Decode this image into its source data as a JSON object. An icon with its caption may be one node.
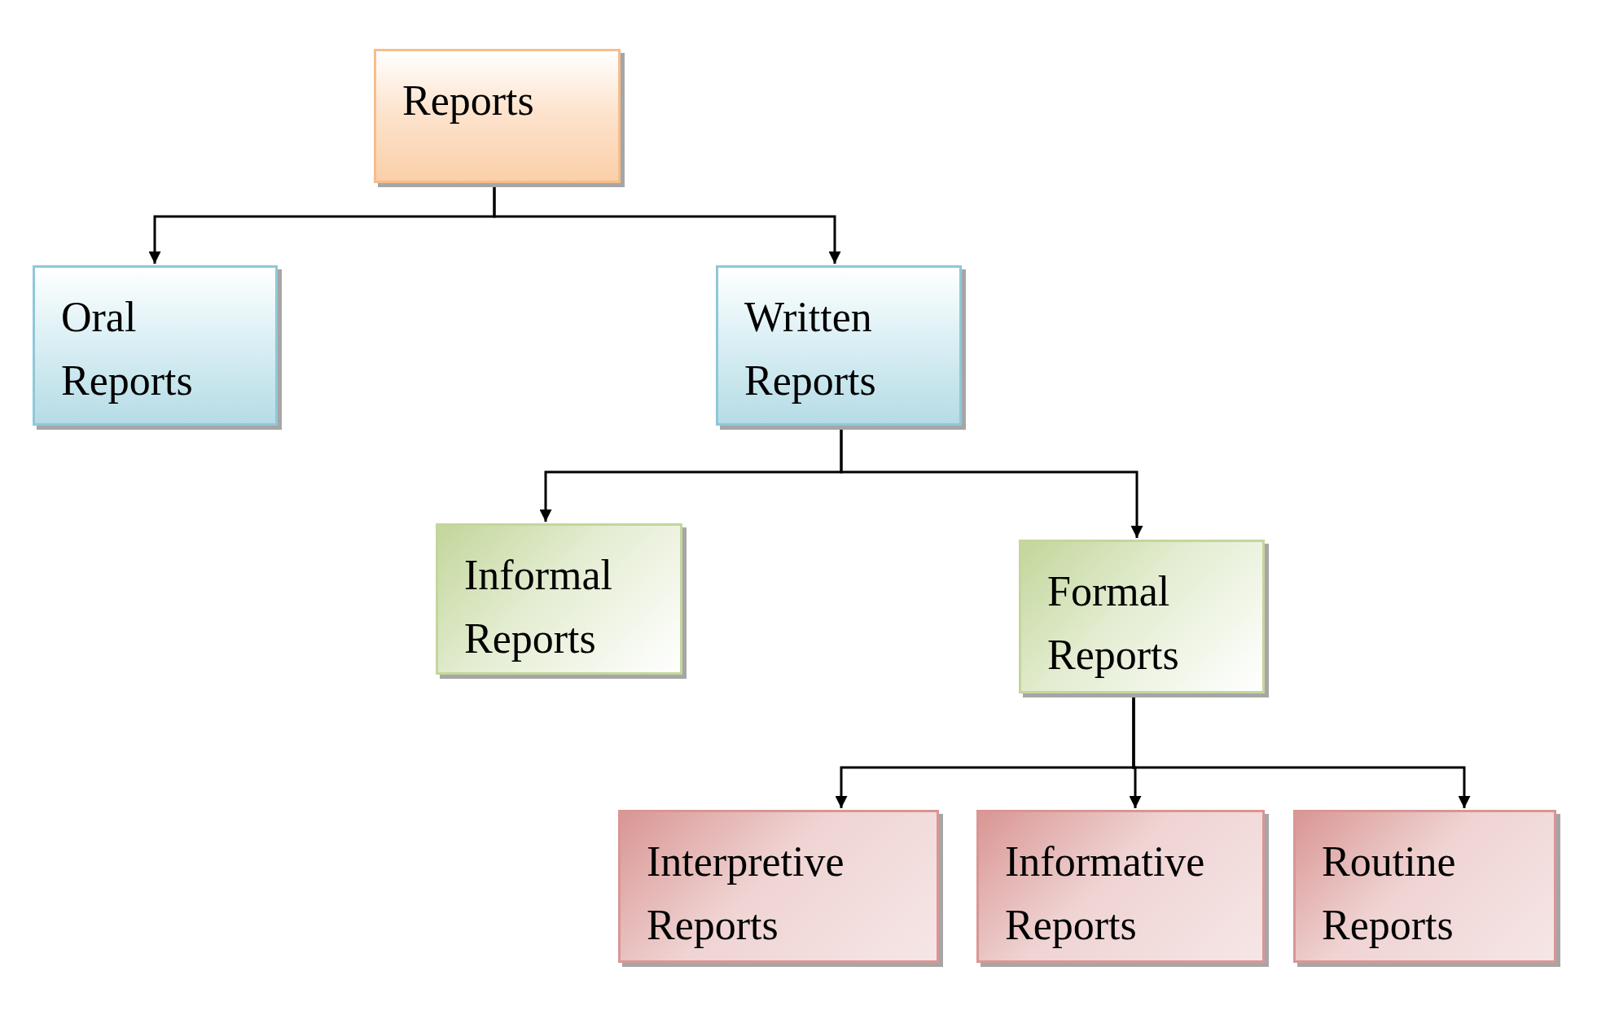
{
  "diagram": {
    "nodes": [
      {
        "text": [
          "Reports"
        ]
      },
      {
        "text": [
          "Oral Reports"
        ]
      },
      {
        "text": [
          "Written Reports"
        ]
      },
      {
        "text": [
          "Informal Reports"
        ]
      },
      {
        "text": [
          "Formal Reports"
        ]
      },
      {
        "text": [
          "Interpretive Reports"
        ]
      },
      {
        "text": [
          "Informative Reports"
        ]
      },
      {
        "text": [
          "Routine Reports"
        ]
      }
    ],
    "edges": [
      {
        "from": 0,
        "to": 1,
        "arrow": "to"
      },
      {
        "from": 0,
        "to": 2,
        "arrow": "to"
      },
      {
        "from": 2,
        "to": 3,
        "arrow": "to"
      },
      {
        "from": 2,
        "to": 4,
        "arrow": "to"
      },
      {
        "from": 4,
        "to": 5,
        "arrow": "to"
      },
      {
        "from": 4,
        "to": 6,
        "arrow": "to"
      },
      {
        "from": 4,
        "to": 7,
        "arrow": "to"
      }
    ]
  }
}
